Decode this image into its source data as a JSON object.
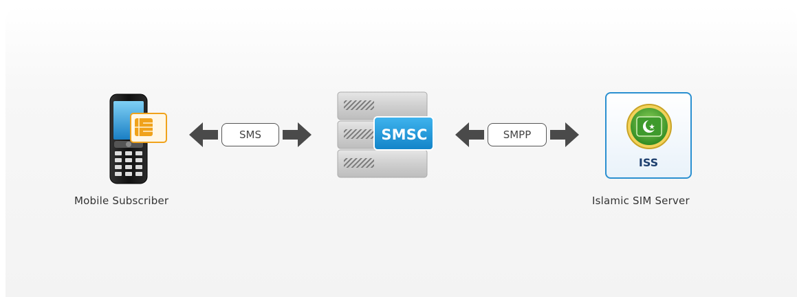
{
  "nodes": {
    "mobile": {
      "label": "Mobile Subscriber"
    },
    "smsc": {
      "badge": "SMSC"
    },
    "iss": {
      "badge": "ISS",
      "label": "Islamic SIM Server"
    }
  },
  "links": {
    "left": {
      "label": "SMS"
    },
    "right": {
      "label": "SMPP"
    }
  },
  "colors": {
    "arrow": "#4a4a4a",
    "smsc_badge": "#1a9ad8",
    "iss_border": "#2a8fd0",
    "iss_text": "#1d3f6e",
    "sim_gold": "#f0a21a",
    "iss_green": "#3a9a2e"
  }
}
